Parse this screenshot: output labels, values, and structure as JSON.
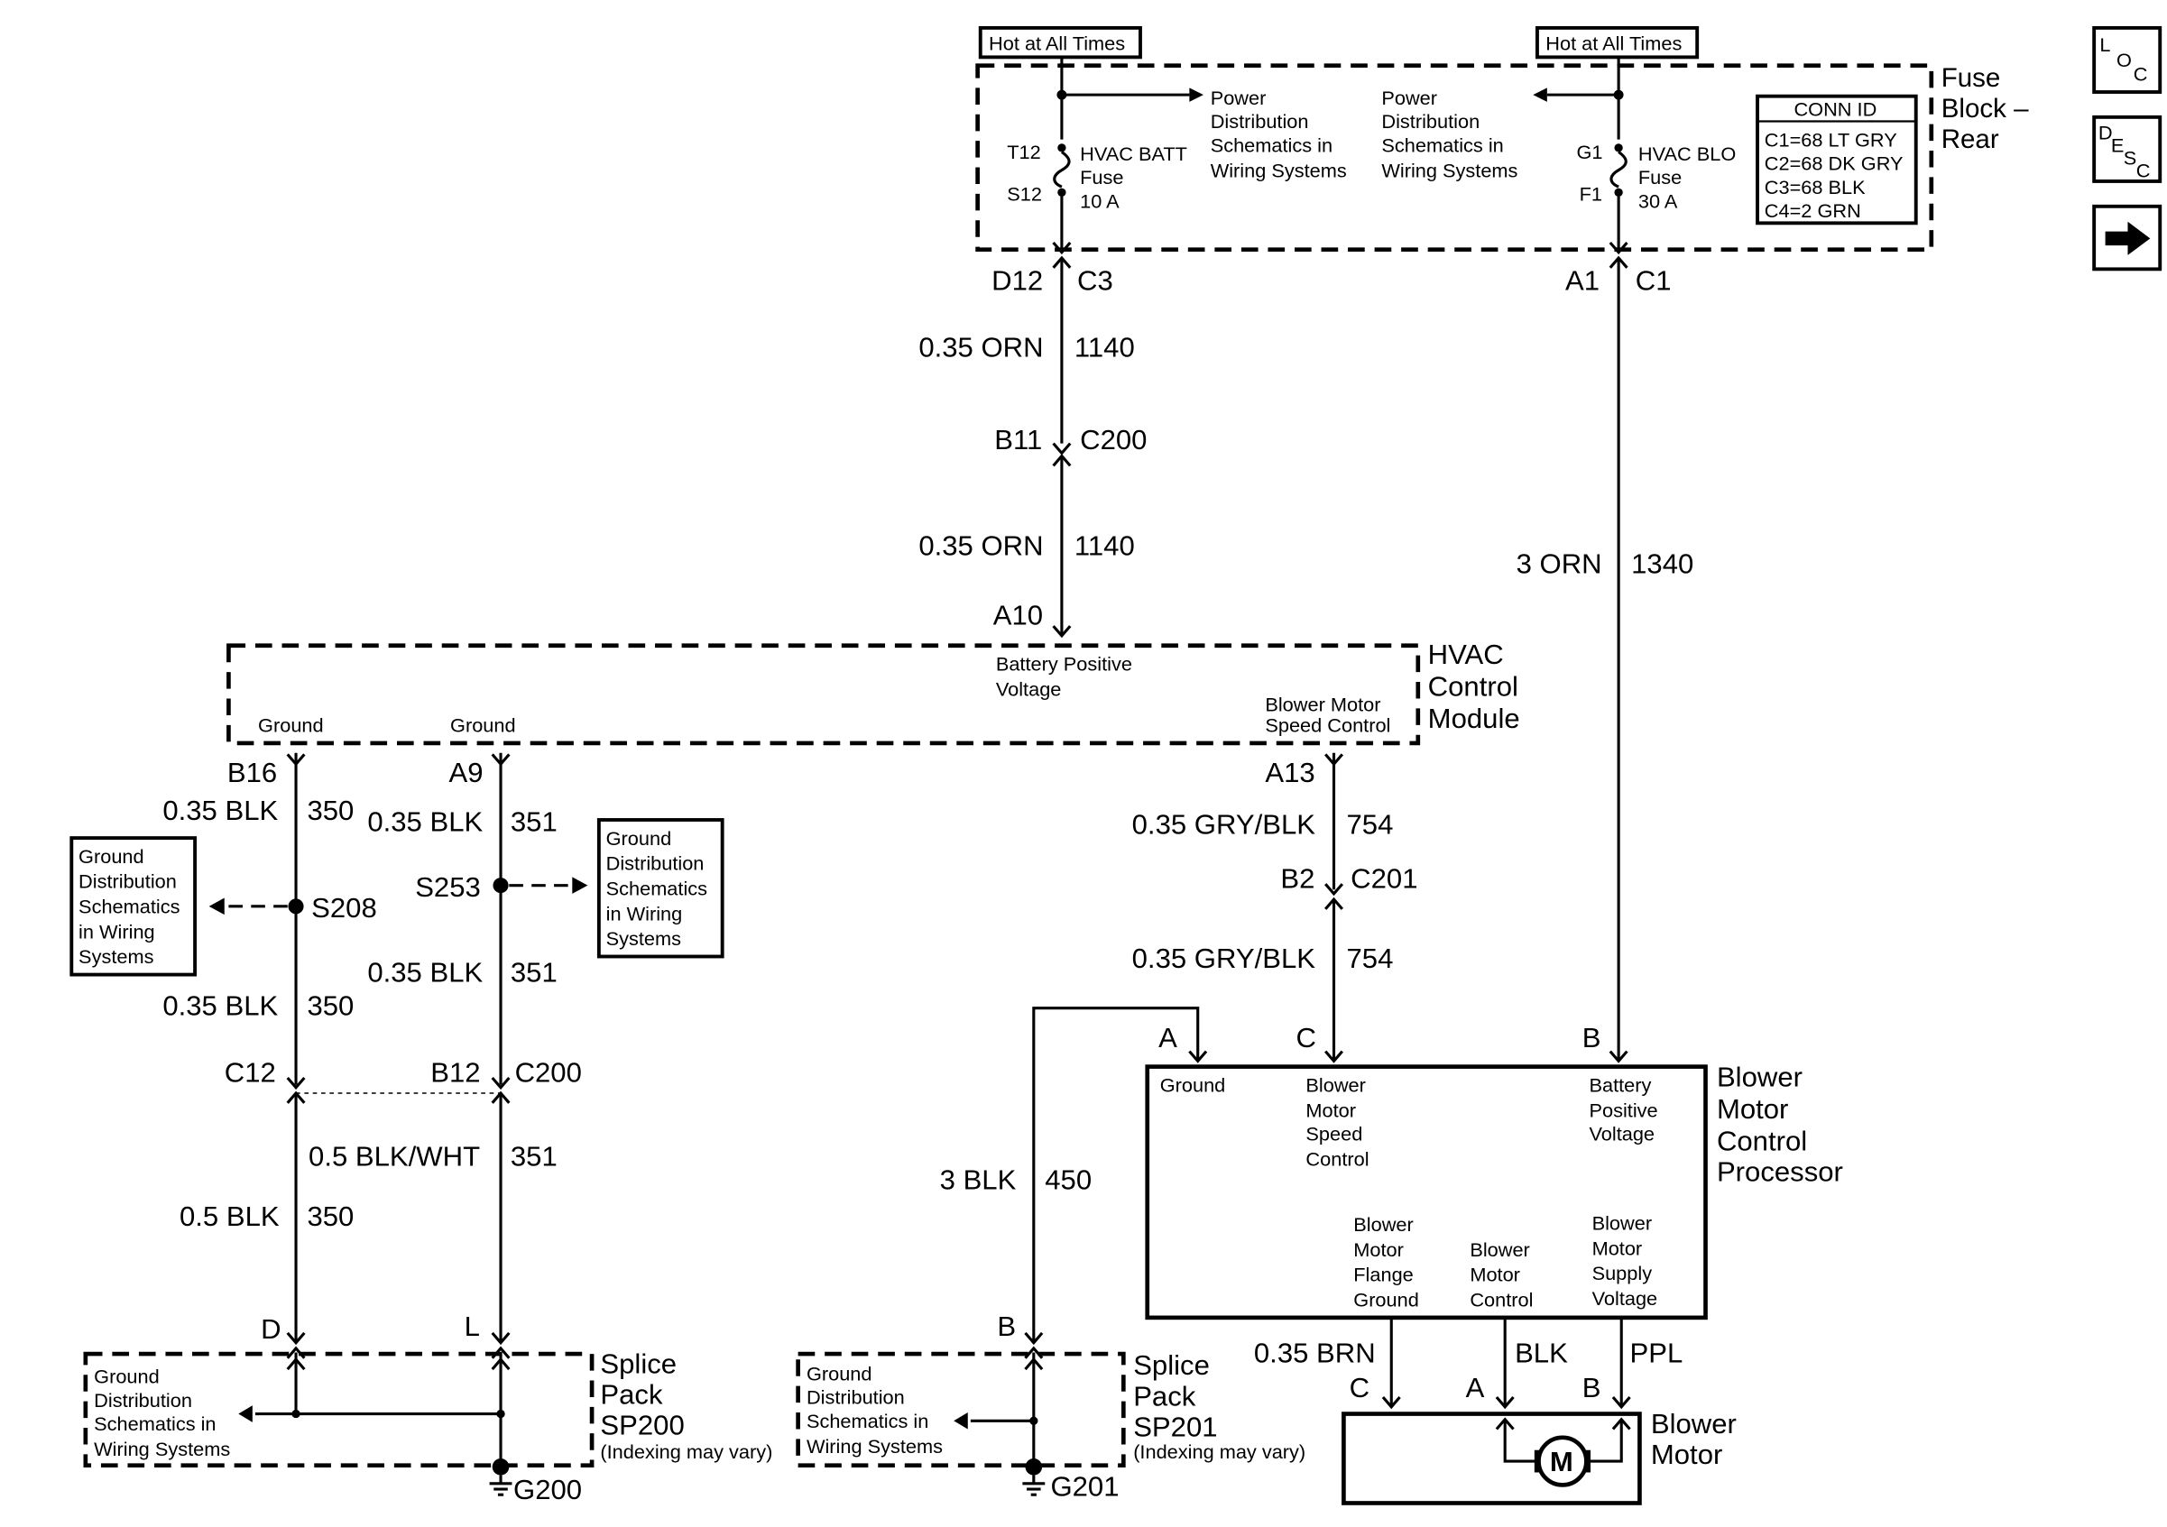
{
  "fuse_block": {
    "hot1": "Hot at All Times",
    "hot2": "Hot at All Times",
    "name": [
      "Fuse",
      "Block –",
      "Rear"
    ],
    "pd_right": [
      "Power",
      "Distribution",
      "Schematics in",
      "Wiring Systems"
    ],
    "pd_left": [
      "Power",
      "Distribution",
      "Schematics in",
      "Wiring Systems"
    ],
    "fuse1": {
      "top": "T12",
      "bottom": "S12",
      "label": [
        "HVAC BATT",
        "Fuse",
        "10 A"
      ]
    },
    "fuse2": {
      "top": "G1",
      "bottom": "F1",
      "label": [
        "HVAC BLO",
        "Fuse",
        "30 A"
      ]
    },
    "conn_id": {
      "title": "CONN ID",
      "rows": [
        "C1=68 LT GRY",
        "C2=68 DK GRY",
        "C3=68 BLK",
        "C4=2 GRN"
      ]
    }
  },
  "nav": {
    "loc": [
      "L",
      "O",
      "C"
    ],
    "desc": [
      "D",
      "E",
      "S",
      "C"
    ],
    "next_icon": "right-arrow-icon"
  },
  "pins": {
    "d12": "D12",
    "c3": "C3",
    "a1": "A1",
    "c1": "C1",
    "b11": "B11",
    "c200a": "C200",
    "a10": "A10",
    "b16": "B16",
    "a9": "A9",
    "a13": "A13",
    "b2": "B2",
    "c201": "C201",
    "c12": "C12",
    "b12": "B12",
    "c200b": "C200",
    "pa": "A",
    "pc": "C",
    "pb": "B",
    "pd": "D",
    "pl": "L",
    "pb2": "B",
    "mc": "C",
    "ma": "A",
    "mb": "B"
  },
  "wires": {
    "orn1_g": "0.35 ORN",
    "orn1_c": "1140",
    "orn2_g": "0.35 ORN",
    "orn2_c": "1140",
    "orn3_g": "3 ORN",
    "orn3_c": "1340",
    "blk350a_g": "0.35 BLK",
    "blk350a_c": "350",
    "blk351a_g": "0.35 BLK",
    "blk351a_c": "351",
    "blk351b_g": "0.35 BLK",
    "blk351b_c": "351",
    "blk350b_g": "0.35 BLK",
    "blk350b_c": "350",
    "gry1_g": "0.35 GRY/BLK",
    "gry1_c": "754",
    "gry2_g": "0.35 GRY/BLK",
    "gry2_c": "754",
    "blkwht_g": "0.5 BLK/WHT",
    "blkwht_c": "351",
    "blk05_g": "0.5 BLK",
    "blk05_c": "350",
    "blk3_g": "3 BLK",
    "blk3_c": "450",
    "brn": "0.35 BRN",
    "blk": "BLK",
    "ppl": "PPL"
  },
  "hvac": {
    "name": [
      "HVAC",
      "Control",
      "Module"
    ],
    "bpv": [
      "Battery Positive",
      "Voltage"
    ],
    "bmsc": [
      "Blower Motor",
      "Speed Control"
    ],
    "ground1": "Ground",
    "ground2": "Ground"
  },
  "splices": {
    "s208": "S208",
    "s253": "S253"
  },
  "gnd_box_left": [
    "Ground",
    "Distribution",
    "Schematics",
    "in Wiring",
    "Systems"
  ],
  "gnd_box_mid": [
    "Ground",
    "Distribution",
    "Schematics",
    "in Wiring",
    "Systems"
  ],
  "bmcp": {
    "name": [
      "Blower",
      "Motor",
      "Control",
      "Processor"
    ],
    "ground": "Ground",
    "speed": [
      "Blower",
      "Motor",
      "Speed",
      "Control"
    ],
    "bpv": [
      "Battery",
      "Positive",
      "Voltage"
    ],
    "flange": [
      "Blower",
      "Motor",
      "Flange",
      "Ground"
    ],
    "control": [
      "Blower",
      "Motor",
      "Control"
    ],
    "supply": [
      "Blower",
      "Motor",
      "Supply",
      "Voltage"
    ]
  },
  "sp200": {
    "name": [
      "Splice",
      "Pack",
      "SP200"
    ],
    "note": "(Indexing may vary)",
    "gd": [
      "Ground",
      "Distribution",
      "Schematics in",
      "Wiring Systems"
    ],
    "ground": "G200"
  },
  "sp201": {
    "name": [
      "Splice",
      "Pack",
      "SP201"
    ],
    "note": "(Indexing may vary)",
    "gd": [
      "Ground",
      "Distribution",
      "Schematics in",
      "Wiring Systems"
    ],
    "ground": "G201"
  },
  "motor": {
    "name": [
      "Blower",
      "Motor"
    ],
    "symbol": "M"
  }
}
